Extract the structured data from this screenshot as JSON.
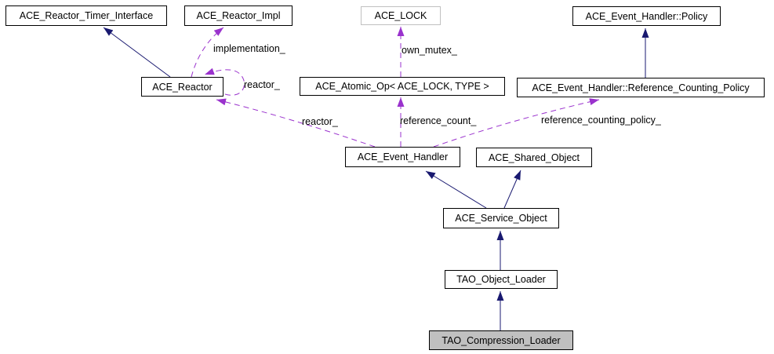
{
  "diagram": {
    "kind": "collaboration-graph",
    "background": "#ffffff",
    "colors": {
      "inheritance_edge": "#191970",
      "usage_edge": "#9a32cd",
      "node_border": "#000000",
      "template_node_border": "#c0c0c0",
      "node_fill": "#ffffff",
      "current_node_fill": "#c0c0c0",
      "text": "#000000"
    },
    "nodes": [
      {
        "label": "ACE_Reactor_Timer_Interface"
      },
      {
        "label": "ACE_Reactor_Impl"
      },
      {
        "label": "ACE_LOCK"
      },
      {
        "label": "ACE_Event_Handler::Policy"
      },
      {
        "label": "ACE_Reactor"
      },
      {
        "label": "ACE_Atomic_Op< ACE_LOCK, TYPE >"
      },
      {
        "label": "ACE_Event_Handler::Reference_Counting_Policy"
      },
      {
        "label": "ACE_Event_Handler"
      },
      {
        "label": "ACE_Shared_Object"
      },
      {
        "label": "ACE_Service_Object"
      },
      {
        "label": "TAO_Object_Loader"
      },
      {
        "label": "TAO_Compression_Loader"
      }
    ],
    "edges": [
      {
        "type": "usage",
        "from": "ACE_Reactor",
        "to": "ACE_Reactor_Impl",
        "label": "implementation_"
      },
      {
        "type": "usage",
        "from": "ACE_Atomic_Op< ACE_LOCK, TYPE >",
        "to": "ACE_LOCK",
        "label": "own_mutex_"
      },
      {
        "type": "usage",
        "from": "ACE_Reactor",
        "to": "ACE_Reactor",
        "label": "reactor_"
      },
      {
        "type": "usage",
        "from": "ACE_Event_Handler",
        "to": "ACE_Reactor",
        "label": "reactor_"
      },
      {
        "type": "usage",
        "from": "ACE_Event_Handler",
        "to": "ACE_Atomic_Op< ACE_LOCK, TYPE >",
        "label": "reference_count_"
      },
      {
        "type": "usage",
        "from": "ACE_Event_Handler",
        "to": "ACE_Event_Handler::Reference_Counting_Policy",
        "label": "reference_counting_policy_"
      },
      {
        "type": "inheritance",
        "from": "ACE_Reactor",
        "to": "ACE_Reactor_Timer_Interface",
        "label": ""
      },
      {
        "type": "inheritance",
        "from": "ACE_Event_Handler::Reference_Counting_Policy",
        "to": "ACE_Event_Handler::Policy",
        "label": ""
      },
      {
        "type": "inheritance",
        "from": "ACE_Service_Object",
        "to": "ACE_Event_Handler",
        "label": ""
      },
      {
        "type": "inheritance",
        "from": "ACE_Service_Object",
        "to": "ACE_Shared_Object",
        "label": ""
      },
      {
        "type": "inheritance",
        "from": "TAO_Object_Loader",
        "to": "ACE_Service_Object",
        "label": ""
      },
      {
        "type": "inheritance",
        "from": "TAO_Compression_Loader",
        "to": "TAO_Object_Loader",
        "label": ""
      }
    ]
  }
}
